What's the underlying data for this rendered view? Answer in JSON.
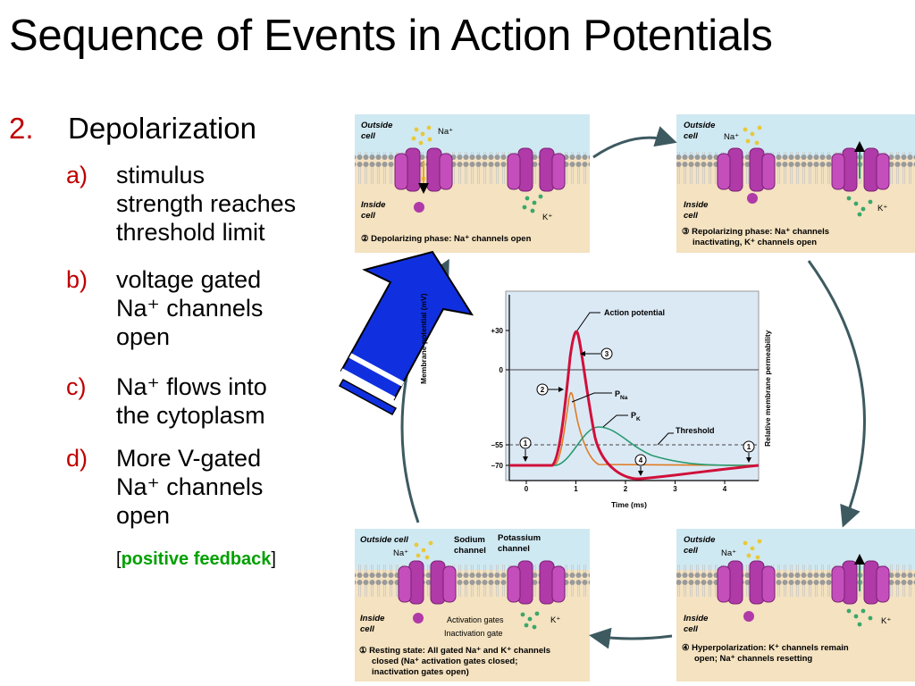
{
  "title": "Sequence of Events in Action Potentials",
  "list": {
    "number": "2.",
    "heading": "Depolarization",
    "items": [
      {
        "letter": "a)",
        "lines": [
          "stimulus",
          "strength reaches",
          "threshold limit"
        ]
      },
      {
        "letter": "b)",
        "lines": [
          "voltage gated",
          "Na⁺ channels",
          "open"
        ]
      },
      {
        "letter": "c)",
        "lines": [
          "Na⁺ flows into",
          "the cytoplasm"
        ]
      },
      {
        "letter": "d)",
        "lines": [
          "More V-gated",
          "Na⁺ channels",
          "open"
        ]
      }
    ],
    "feedback_open": "[",
    "feedback_text": "positive feedback",
    "feedback_close": "]"
  },
  "panels": {
    "outside": "Outside cell",
    "outside_l1": "Outside",
    "outside_l2": "cell",
    "inside_l1": "Inside",
    "inside_l2": "cell",
    "na": "Na⁺",
    "k": "K⁺",
    "p2_caption": "② Depolarizing phase: Na⁺ channels open",
    "p3_caption_l1": "③ Repolarizing phase: Na⁺ channels",
    "p3_caption_l2": "inactivating, K⁺ channels open",
    "p1_sodium_l1": "Sodium",
    "p1_sodium_l2": "channel",
    "p1_potassium_l1": "Potassium",
    "p1_potassium_l2": "channel",
    "p1_activation": "Activation gates",
    "p1_inactivation": "Inactivation gate",
    "p1_caption_l1": "① Resting state: All gated Na⁺ and K⁺ channels",
    "p1_caption_l2": "closed (Na⁺ activation gates closed;",
    "p1_caption_l3": "inactivation gates open)",
    "p4_caption_l1": "④ Hyperpolarization: K⁺ channels remain",
    "p4_caption_l2": "open; Na⁺ channels resetting"
  },
  "graph": {
    "label_action": "Action potential",
    "label_pna": "P",
    "label_pna_sub": "Na",
    "label_pk": "P",
    "label_pk_sub": "K",
    "label_threshold": "Threshold",
    "ylabel": "Membrane potential (mV)",
    "ylabel_right": "Relative membrane permeability",
    "xlabel": "Time (ms)",
    "yticks": [
      "+30",
      "0",
      "–55",
      "–70"
    ],
    "xticks": [
      "0",
      "1",
      "2",
      "3",
      "4"
    ],
    "markers": [
      "1",
      "2",
      "3",
      "4",
      "1"
    ]
  },
  "colors": {
    "accent": "#c00000",
    "feedback": "#00a000",
    "arrow": "#1030e0",
    "channel": "#b03aa8",
    "outside_bg": "#cfe9f2",
    "inside_bg": "#f4e2c0",
    "ap_curve": "#d0103a",
    "pna_curve": "#e07a20",
    "pk_curve": "#2a9a70"
  }
}
